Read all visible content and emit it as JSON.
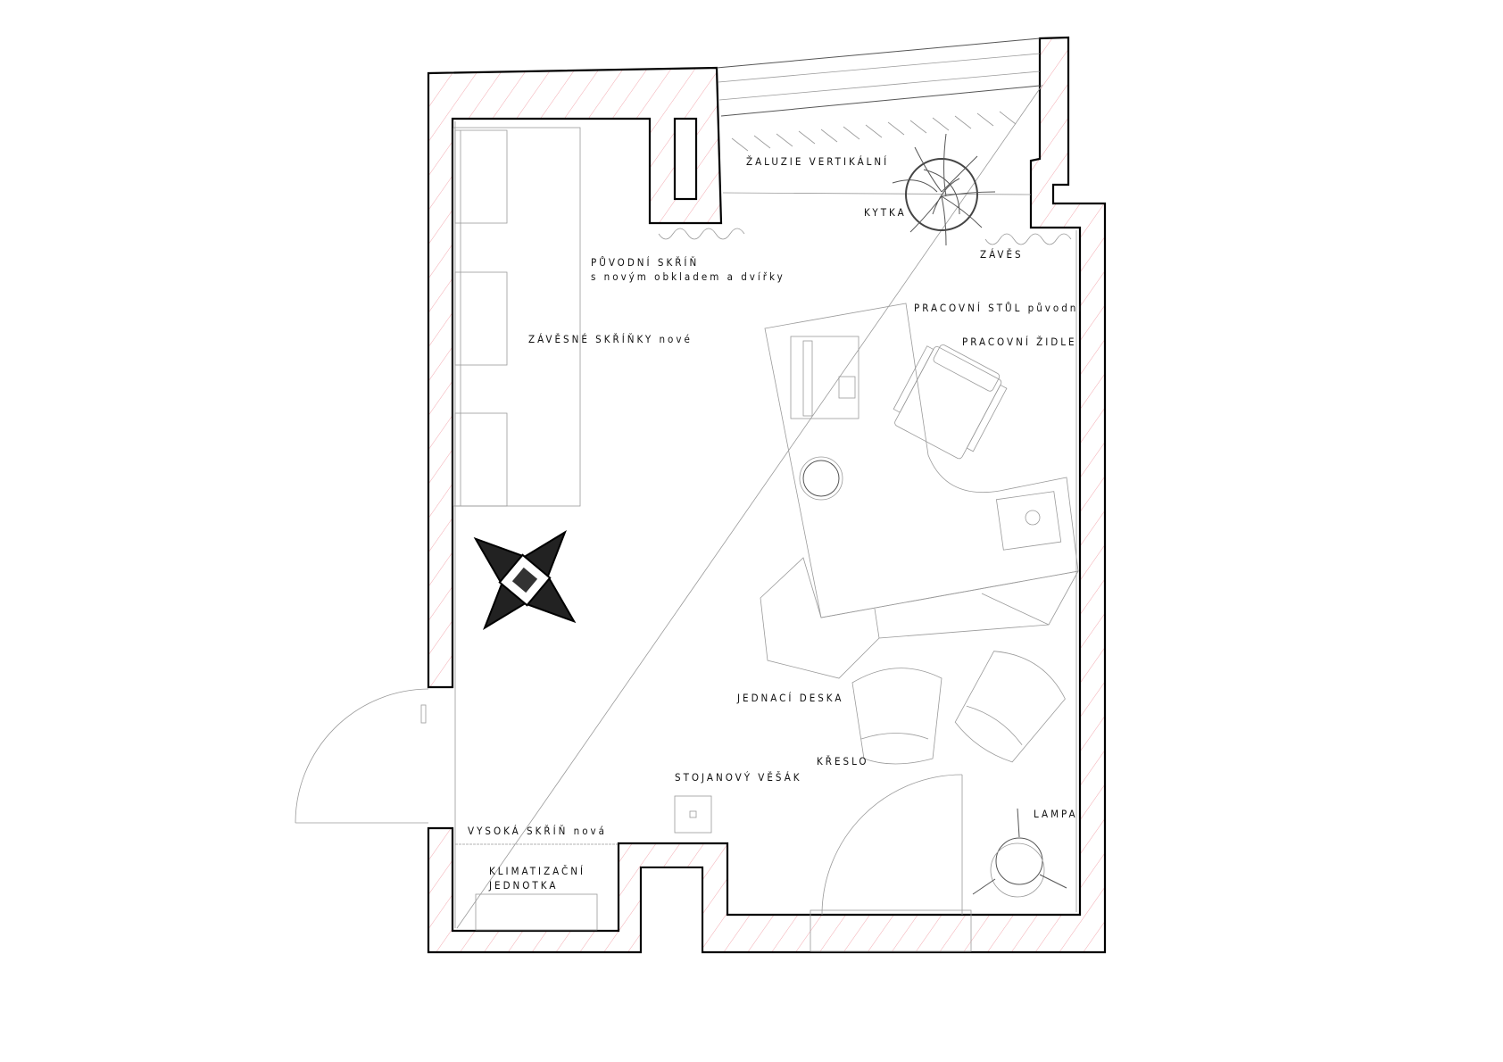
{
  "title": "Půdorys kanceláře",
  "colors": {
    "wall_line": "#000000",
    "hatch": "#f2a0a8",
    "furniture": "#9a9a9a"
  },
  "labels": {
    "zaluzie": "ŽALUZIE VERTIKÁLNÍ",
    "kytka": "KYTKA",
    "zaves": "ZÁVĚS",
    "puvodni_skrin": "PŮVODNÍ SKŘÍŇ",
    "puvodni_skrin_sub": "s novým obkladem a dvířky",
    "zavesne_skrinky": "ZÁVĚSNÉ SKŘÍŇKY nové",
    "pracovni_stul": "PRACOVNÍ STŮL původní",
    "pracovni_zidle": "PRACOVNÍ ŽIDLE",
    "jednaci_deska": "JEDNACÍ DESKA",
    "kreslo": "KŘESLO",
    "stojanovy_vesak": "STOJANOVÝ VĚŠÁK",
    "lampa": "LAMPA",
    "vysoka_skrin": "VYSOKÁ SKŘÍŇ nová",
    "klimatizacni_1": "KLIMATIZAČNÍ",
    "klimatizacni_2": "JEDNOTKA"
  }
}
